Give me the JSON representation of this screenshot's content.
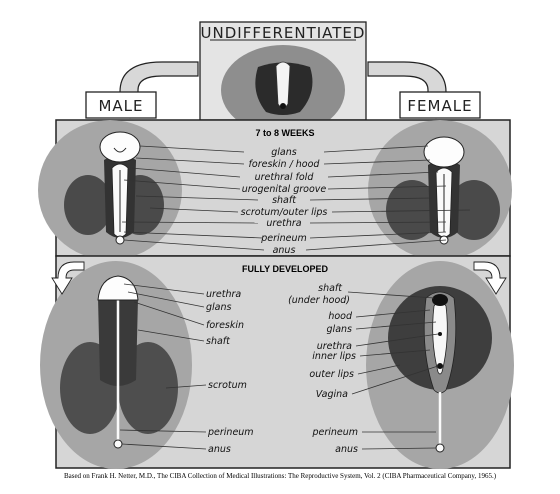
{
  "header": {
    "undifferentiated": "UNDIFFERENTIATED",
    "male": "MALE",
    "female": "FEMALE"
  },
  "section1": {
    "title": "7 to 8 WEEKS",
    "labels": [
      "glans",
      "foreskin / hood",
      "urethral fold",
      "urogenital groove",
      "shaft",
      "scrotum/outer lips",
      "urethra",
      "perineum",
      "anus"
    ]
  },
  "section2": {
    "title": "FULLY DEVELOPED",
    "male_labels": [
      "urethra",
      "glans",
      "foreskin",
      "shaft",
      "scrotum",
      "perineum",
      "anus"
    ],
    "female_labels": [
      "shaft",
      "(under hood)",
      "hood",
      "glans",
      "urethra",
      "inner lips",
      "outer lips",
      "Vagina",
      "perineum",
      "anus"
    ]
  },
  "credit": "Based on Frank H. Netter, M.D., The CIBA Collection of Medical Illustrations: The Reproductive System, Vol. 2 (CIBA Pharmaceutical Company, 1965.)"
}
